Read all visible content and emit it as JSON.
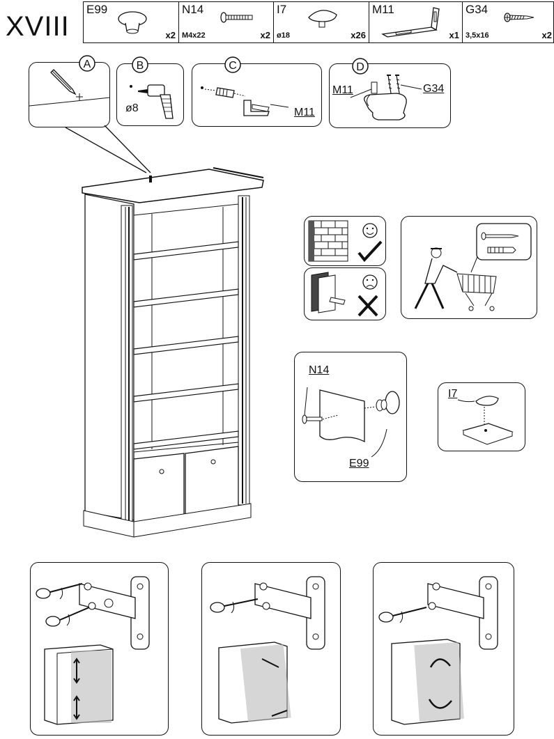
{
  "step": "XVIII",
  "parts": [
    {
      "code": "E99",
      "spec": "",
      "qty": "x2",
      "icon": "knob-icon"
    },
    {
      "code": "N14",
      "spec": "M4x22",
      "qty": "x2",
      "icon": "bolt-icon"
    },
    {
      "code": "I7",
      "spec": "ø18",
      "qty": "x26",
      "icon": "shelf-pin-cap-icon"
    },
    {
      "code": "M11",
      "spec": "",
      "qty": "x1",
      "icon": "bracket-icon"
    },
    {
      "code": "G34",
      "spec": "3,5x16",
      "qty": "x2",
      "icon": "screw-icon"
    }
  ],
  "details": {
    "a": {
      "marker": "A"
    },
    "b": {
      "marker": "B",
      "drill": "ø8"
    },
    "c": {
      "marker": "C",
      "part": "M11"
    },
    "d": {
      "marker": "D",
      "part_left": "M11",
      "part_right": "G34"
    }
  },
  "knob_detail": {
    "bolt": "N14",
    "knob": "E99"
  },
  "cap_detail": {
    "cap": "I7"
  }
}
